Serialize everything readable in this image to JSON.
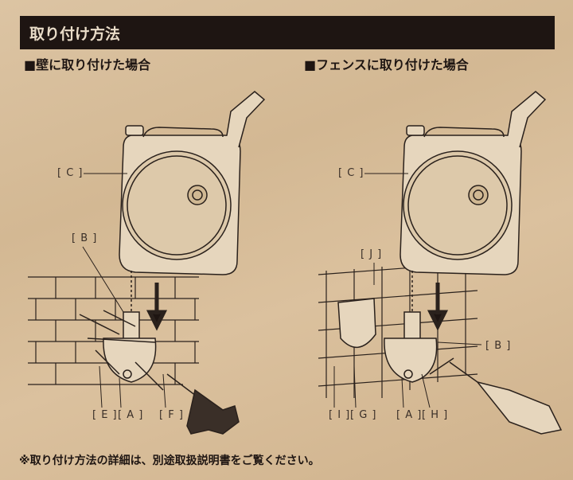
{
  "header": {
    "title": "取り付け方法"
  },
  "wall": {
    "title": "■壁に取り付けた場合",
    "labels": {
      "c": "[ C ]",
      "b": "[ B ]",
      "e": "[ E ]",
      "a": "[ A ]",
      "f": "[ F ]"
    }
  },
  "fence": {
    "title": "■フェンスに取り付けた場合",
    "labels": {
      "c": "[ C ]",
      "j": "[ J ]",
      "b": "[ B ]",
      "i": "[ I ]",
      "g": "[ G ]",
      "a": "[ A ]",
      "h": "[ H ]"
    }
  },
  "footer": {
    "note": "※取り付け方法の詳細は、別途取扱説明書をご覧ください。"
  }
}
